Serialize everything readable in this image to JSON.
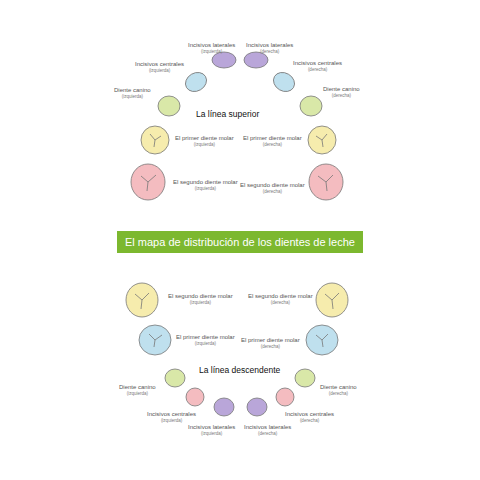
{
  "diagram": {
    "title": "El mapa de distribución de los dientes de leche",
    "labels": [
      "La línea superior",
      "Incisivos laterales",
      "(izquierda)",
      "Incisivos laterales",
      "(derecha)",
      "Incisivos centrales",
      "(izquierda)",
      "Incisivos centrales",
      "(derecha)",
      "Diente canino",
      "(izquierda)",
      "Diente canino",
      "(derecha)",
      "El primer diente molar",
      "(izquierda)",
      "El primer diente molar",
      "(derecha)",
      "El segundo diente molar",
      "(izquierda)",
      "El segundo diente molar",
      "(derecha)",
      "La línea descendente",
      "El segundo diente molar",
      "(izquierda)",
      "El segundo diente molar",
      "(derecha)",
      "El primer diente molar",
      "(izquierda)",
      "El primer diente molar",
      "(derecha)",
      "Diente canino",
      "(izquierda)",
      "Diente canino",
      "(derecha)",
      "Incisivos centrales",
      "(izquierda)",
      "Incisivos centrales",
      "(derecha)",
      "Incisivos laterales",
      "(izquierda)",
      "Incisivos laterales",
      "(derecha)"
    ]
  }
}
